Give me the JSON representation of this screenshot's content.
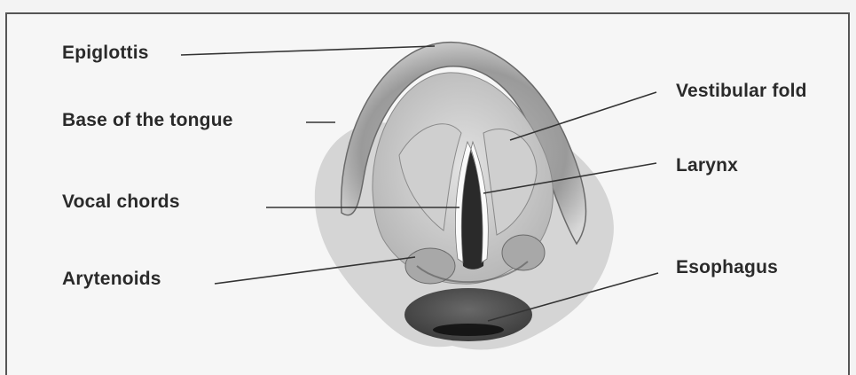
{
  "labels": {
    "epiglottis": "Epiglottis",
    "base_of_tongue": "Base of the tongue",
    "vocal_chords": "Vocal chords",
    "arytenoids": "Arytenoids",
    "vestibular_fold": "Vestibular fold",
    "larynx": "Larynx",
    "esophagus": "Esophagus"
  },
  "colors": {
    "background": "#f3f3f3",
    "frame": "#555555",
    "label_text": "#2a2a2a",
    "leader_line": "#333333"
  }
}
